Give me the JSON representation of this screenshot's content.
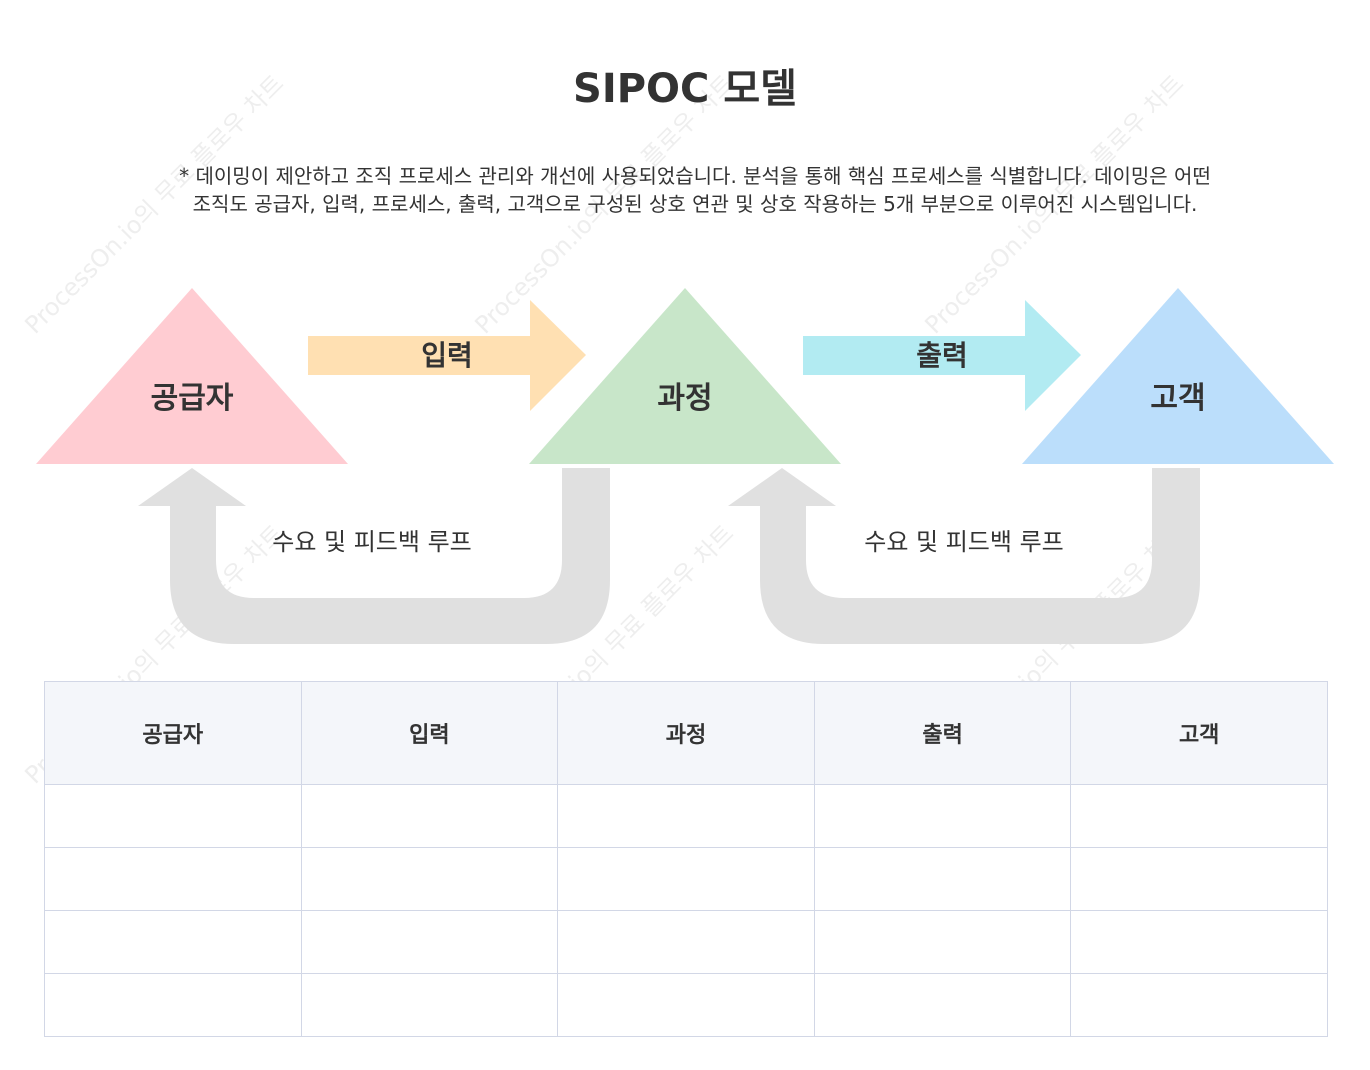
{
  "title": "SIPOC 모델",
  "description": [
    "* 데이밍이 제안하고 조직 프로세스 관리와 개선에 사용되었습니다. 분석을 통해 핵심 프로세스를 식별합니다. 데이밍은 어떤",
    "조직도 공급자, 입력, 프로세스, 출력, 고객으로 구성된 상호 연관 및 상호 작용하는 5개 부분으로 이루어진 시스템입니다."
  ],
  "diagram": {
    "triangles": [
      {
        "label": "공급자",
        "color": "#ffccd2"
      },
      {
        "label": "과정",
        "color": "#c8e6c9"
      },
      {
        "label": "고객",
        "color": "#bbdefb"
      }
    ],
    "arrows": [
      {
        "label": "입력",
        "color": "#ffe0b2"
      },
      {
        "label": "출력",
        "color": "#b2ebf2"
      }
    ],
    "loops": [
      {
        "label": "수요 및 피드백 루프",
        "color": "#e0e0e0"
      },
      {
        "label": "수요 및 피드백 루프",
        "color": "#e0e0e0"
      }
    ]
  },
  "table": {
    "headers": [
      "공급자",
      "입력",
      "과정",
      "출력",
      "고객"
    ],
    "empty_rows": 4
  },
  "watermark": "ProcessOn.io의 무료 플로우 차트"
}
